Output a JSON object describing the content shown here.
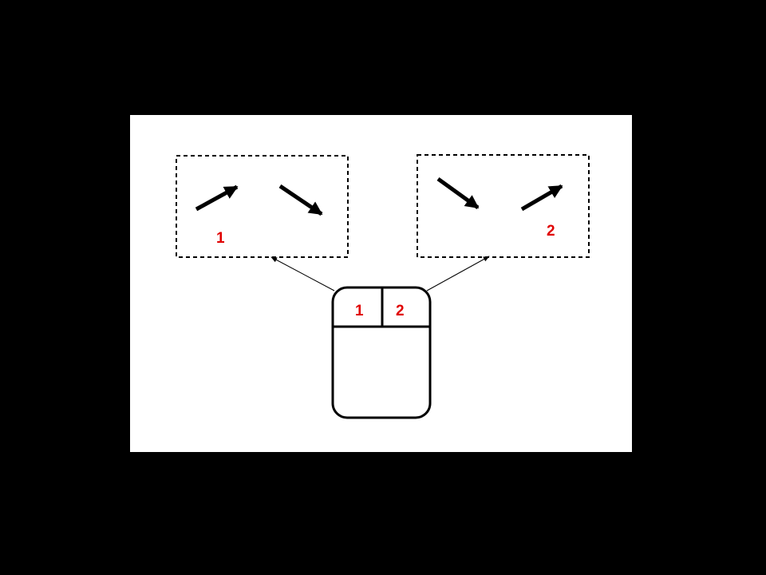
{
  "colors": {
    "frame": "#000000",
    "canvas": "#ffffff",
    "ink": "#000000",
    "label": "#e00000"
  },
  "panels": [
    {
      "label": "1",
      "arrows": [
        "arrow-up-right-icon",
        "arrow-down-right-icon"
      ]
    },
    {
      "label": "2",
      "arrows": [
        "arrow-down-right-icon",
        "arrow-up-right-icon"
      ]
    }
  ],
  "mouse": {
    "left_button_label": "1",
    "right_button_label": "2"
  }
}
